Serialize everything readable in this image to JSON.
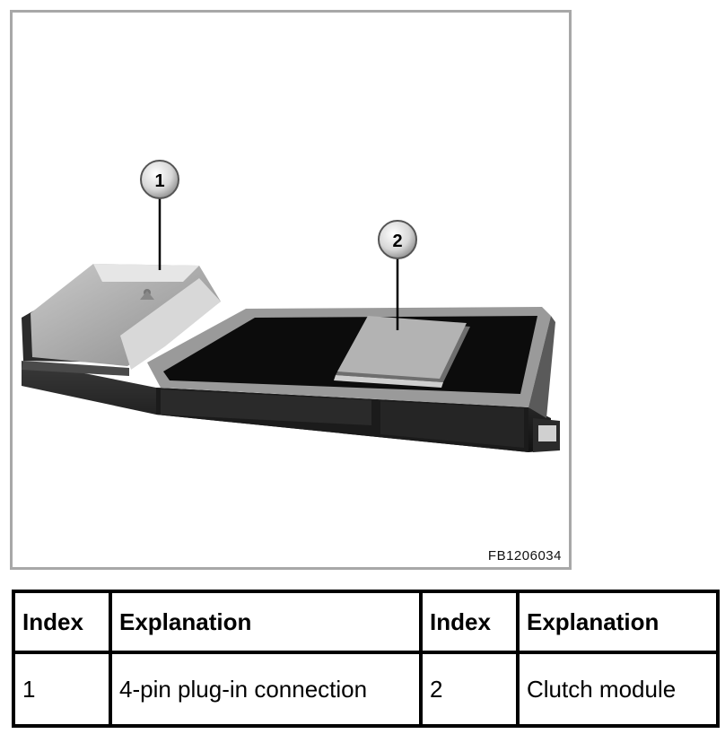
{
  "figure": {
    "callouts": [
      {
        "number": "1",
        "label_ref": "4-pin plug-in connection"
      },
      {
        "number": "2",
        "label_ref": "Clutch module"
      }
    ],
    "figure_code": "FB1206034"
  },
  "legend_table": {
    "headers": [
      "Index",
      "Explanation",
      "Index",
      "Explanation"
    ],
    "rows": [
      [
        "1",
        "4-pin plug-in connection",
        "2",
        "Clutch module"
      ]
    ]
  }
}
